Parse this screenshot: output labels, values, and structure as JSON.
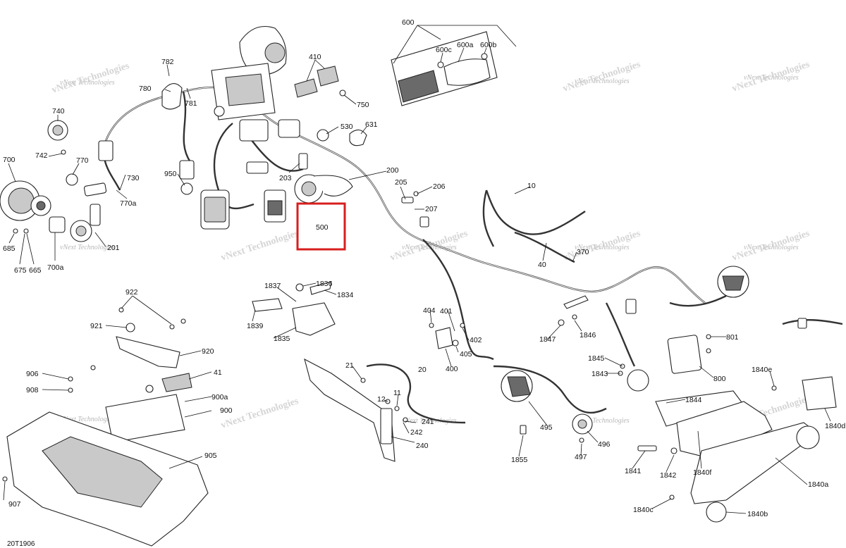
{
  "diagram": {
    "drawing_id": "20T1906",
    "highlight_color": "#d81e1e",
    "highlighted_callout": "500",
    "watermark": {
      "line1": "vNext Technologies",
      "line2": "vNext\nTechnologies"
    },
    "callouts": {
      "c10": "10",
      "c11": "11",
      "c12": "12",
      "c20": "20",
      "c21": "21",
      "c40": "40",
      "c41": "41",
      "c200": "200",
      "c201": "201",
      "c203": "203",
      "c205": "205",
      "c206": "206",
      "c207": "207",
      "c240": "240",
      "c241": "241",
      "c242": "242",
      "c370": "370",
      "c400": "400",
      "c401": "401",
      "c402": "402",
      "c404": "404",
      "c405": "405",
      "c410": "410",
      "c495": "495",
      "c496": "496",
      "c497": "497",
      "c500": "500",
      "c530": "530",
      "c600": "600",
      "c600a": "600a",
      "c600b": "600b",
      "c600c": "600c",
      "c631": "631",
      "c665": "665",
      "c675": "675",
      "c685": "685",
      "c700": "700",
      "c700a": "700a",
      "c730": "730",
      "c740": "740",
      "c742": "742",
      "c750": "750",
      "c770": "770",
      "c770a": "770a",
      "c780": "780",
      "c781": "781",
      "c782": "782",
      "c800": "800",
      "c801": "801",
      "c900": "900",
      "c900a": "900a",
      "c905": "905",
      "c906": "906",
      "c907": "907",
      "c908": "908",
      "c920": "920",
      "c921": "921",
      "c922": "922",
      "c950": "950",
      "c1834": "1834",
      "c1835": "1835",
      "c1836": "1836",
      "c1837": "1837",
      "c1839": "1839",
      "c1840a": "1840a",
      "c1840b": "1840b",
      "c1840c": "1840c",
      "c1840d": "1840d",
      "c1840e": "1840e",
      "c1840f": "1840f",
      "c1841": "1841",
      "c1842": "1842",
      "c1843": "1843",
      "c1844": "1844",
      "c1845": "1845",
      "c1846": "1846",
      "c1847": "1847",
      "c1855": "1855"
    }
  }
}
